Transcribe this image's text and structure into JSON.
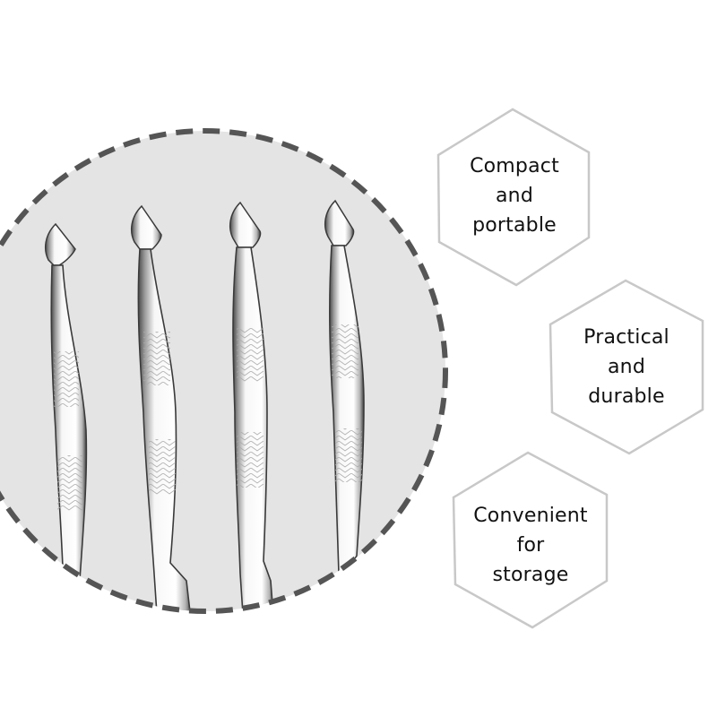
{
  "product_image": {
    "subject": "stainless steel tweezers",
    "count": 4,
    "background_color": "#e4e4e4",
    "border_style": "dashed",
    "border_color": "#555555"
  },
  "features": [
    {
      "lines": [
        "Compact",
        "and",
        "portable"
      ]
    },
    {
      "lines": [
        "Practical",
        "and",
        "durable"
      ]
    },
    {
      "lines": [
        "Convenient",
        "for",
        "storage"
      ]
    }
  ],
  "colors": {
    "page_background": "#ffffff",
    "hexagon_stroke": "#c8c8c8",
    "text": "#111111",
    "circle_fill": "#e4e4e4",
    "circle_dash": "#555555",
    "metal_light": "#f4f4f4",
    "metal_dark": "#3a3a3a"
  }
}
